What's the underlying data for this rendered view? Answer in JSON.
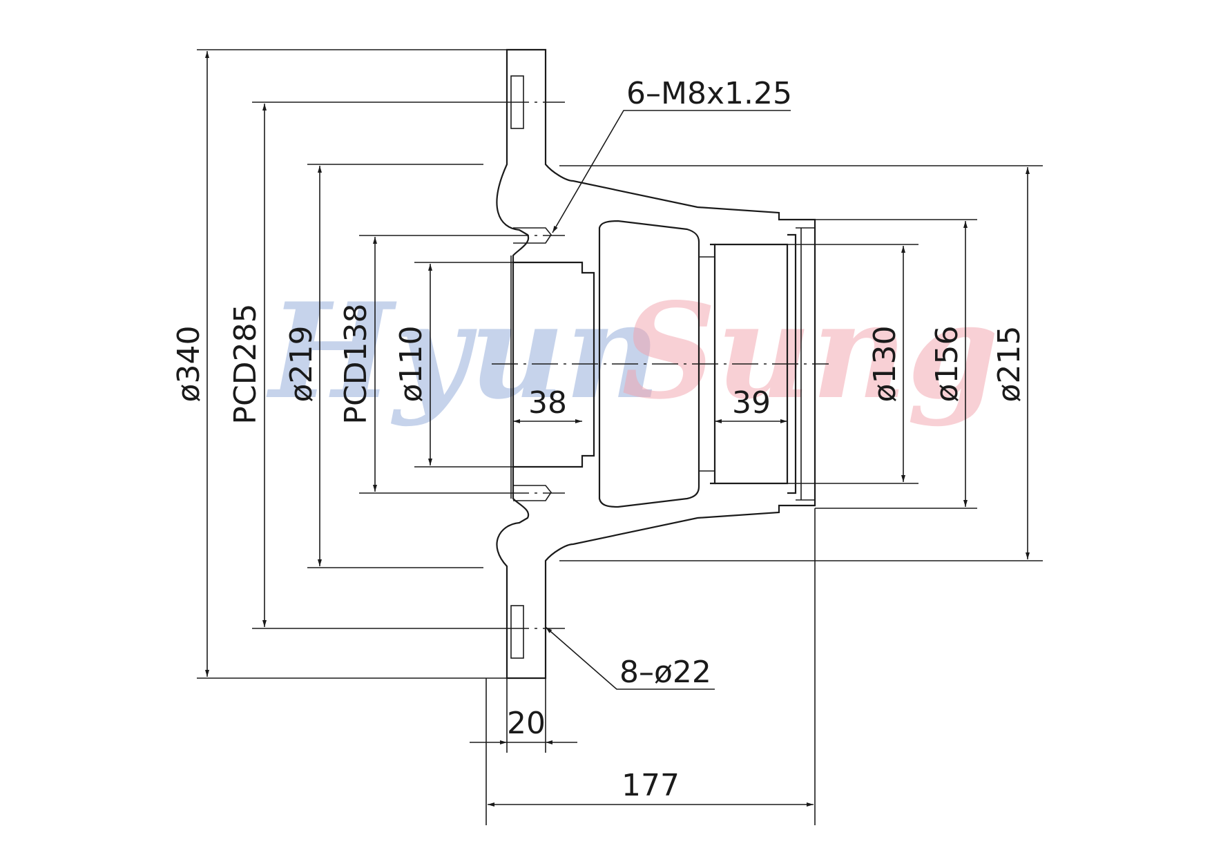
{
  "watermark": {
    "text": "Hyun Sung",
    "first_color": "#8fa8d8",
    "second_color": "#f2a2ac"
  },
  "labels": {
    "d340": "ø340",
    "pcd285": "PCD285",
    "d219": "ø219",
    "pcd138": "PCD138",
    "d110": "ø110",
    "d130": "ø130",
    "d156": "ø156",
    "d215": "ø215",
    "len38": "38",
    "len39": "39",
    "len20": "20",
    "len177": "177",
    "tapped_holes": "6–M8x1.25",
    "bolt_holes": "8–ø22"
  },
  "colors": {
    "line": "#1a1a1a",
    "background": "#ffffff"
  }
}
